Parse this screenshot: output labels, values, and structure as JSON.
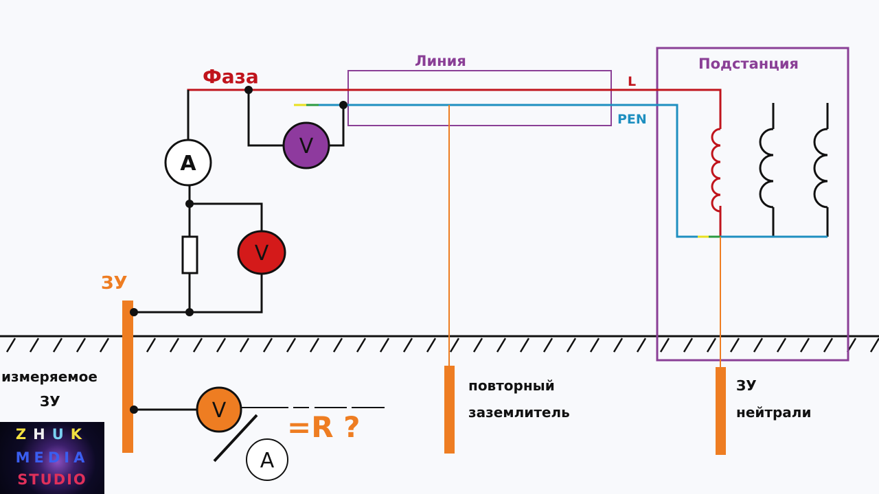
{
  "labels": {
    "phase": "Фаза",
    "line": "Линия",
    "substation": "Подстанция",
    "L": "L",
    "PEN": "PEN",
    "zu_top": "ЗУ",
    "measured_line1": "измеряемое",
    "measured_line2": "ЗУ",
    "repeat_line1": "повторный",
    "repeat_line2": "заземлитель",
    "neutral_line1": "ЗУ",
    "neutral_line2": "нейтрали",
    "formula": "=R ?"
  },
  "meters": {
    "ammeter_top": "A",
    "voltmeter_purple": "V",
    "voltmeter_red": "V",
    "voltmeter_orange": "V",
    "ammeter_bottom": "A"
  },
  "logo": {
    "row1": [
      "Z",
      "H",
      "U",
      "K"
    ],
    "row2": "MEDIA",
    "row3": "STUDIO"
  },
  "colors": {
    "phase": "#c0141c",
    "pen": "#1e8fc0",
    "box": "#8a3f96",
    "ground_rod": "#ee7d22",
    "wire": "#111111",
    "voltmeter_purple": "#8e3a9e",
    "voltmeter_red": "#d41a1a",
    "voltmeter_orange": "#ee7d22"
  }
}
